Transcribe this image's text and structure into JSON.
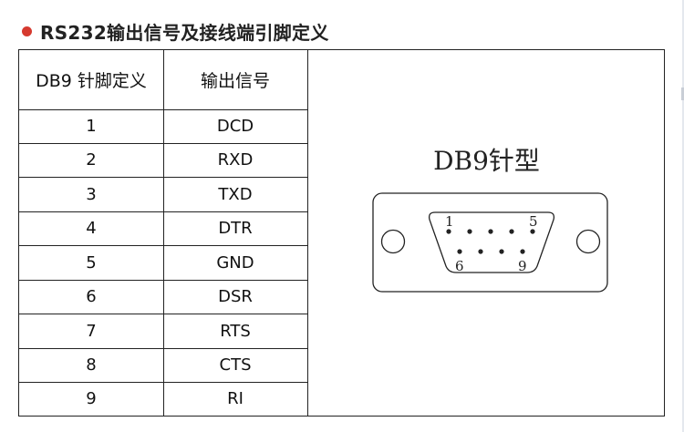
{
  "heading": "RS232输出信号及接线端引脚定义",
  "table": {
    "headers": [
      "DB9 针脚定义",
      "输出信号"
    ],
    "rows": [
      {
        "pin": "1",
        "signal": "DCD"
      },
      {
        "pin": "2",
        "signal": "RXD"
      },
      {
        "pin": "3",
        "signal": "TXD"
      },
      {
        "pin": "4",
        "signal": "DTR"
      },
      {
        "pin": "5",
        "signal": "GND"
      },
      {
        "pin": "6",
        "signal": "DSR"
      },
      {
        "pin": "7",
        "signal": "RTS"
      },
      {
        "pin": "8",
        "signal": "CTS"
      },
      {
        "pin": "9",
        "signal": "RI"
      }
    ]
  },
  "connector": {
    "title": "DB9针型",
    "pin_labels": {
      "top_left": "1",
      "top_right": "5",
      "bottom_left": "6",
      "bottom_right": "9"
    }
  },
  "colors": {
    "bullet": "#d63a2f",
    "lines": "#222222"
  }
}
